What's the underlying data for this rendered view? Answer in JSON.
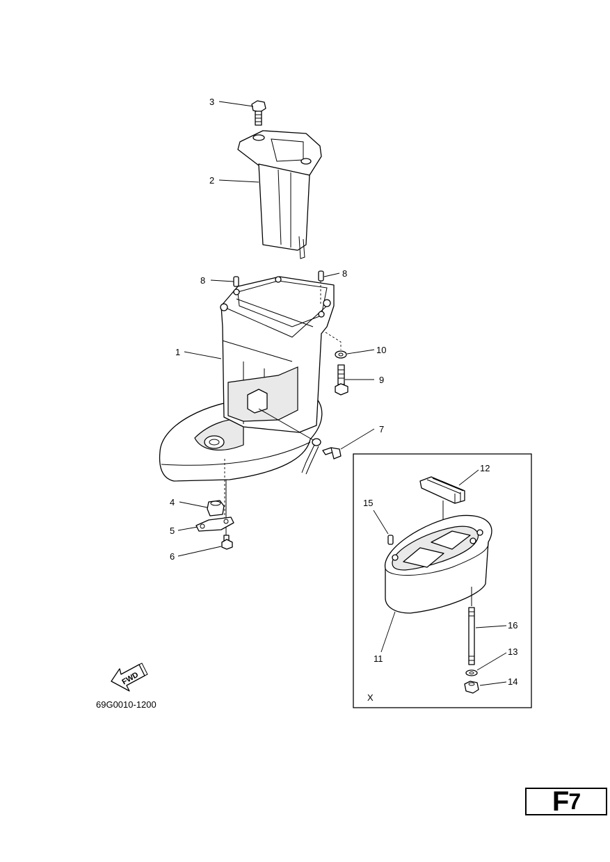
{
  "diagram": {
    "part_labels": {
      "p1": "1",
      "p2": "2",
      "p3": "3",
      "p4": "4",
      "p5": "5",
      "p6": "6",
      "p7": "7",
      "p8a": "8",
      "p8b": "8",
      "p9": "9",
      "p10": "10",
      "p11": "11",
      "p12": "12",
      "p13": "13",
      "p14": "14",
      "p15": "15",
      "p16": "16"
    },
    "inset_label": "X",
    "fwd_label": "FWD",
    "figure_code": "69G0010-1200"
  },
  "page_id": {
    "letter": "F",
    "number": "7"
  }
}
